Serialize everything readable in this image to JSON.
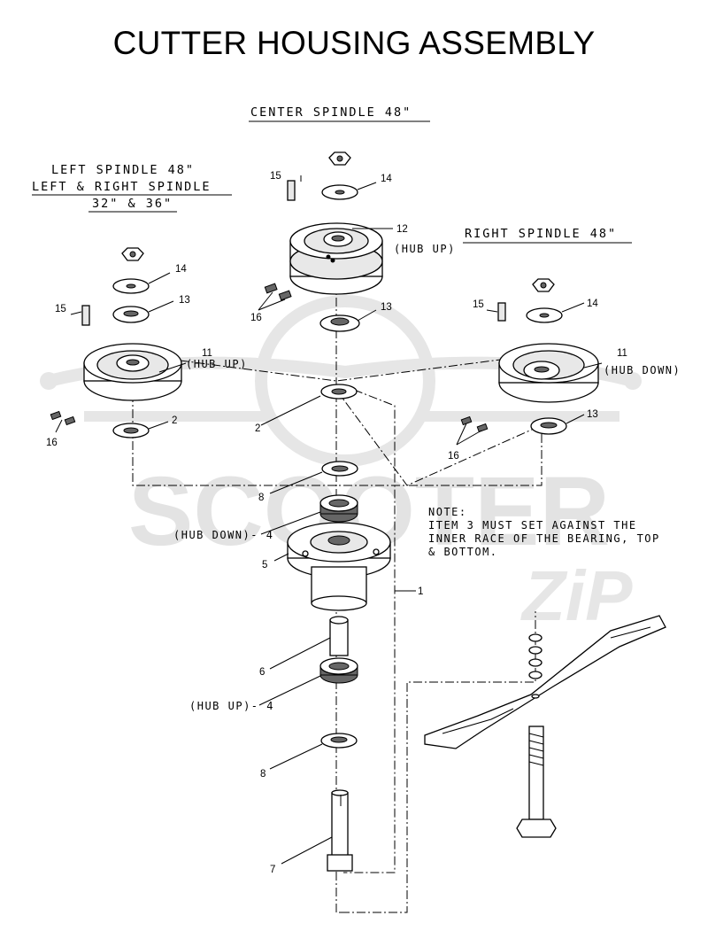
{
  "title": "CUTTER HOUSING ASSEMBLY",
  "watermark": {
    "brand": "SCOOTER",
    "suffix": "ZiP"
  },
  "headings": {
    "center": "CENTER SPINDLE 48\"",
    "left_line1": "LEFT SPINDLE 48\"",
    "left_line2": "LEFT & RIGHT SPINDLE",
    "left_line3": "32\" & 36\"",
    "right": "RIGHT SPINDLE 48\""
  },
  "note": {
    "line1": "NOTE:",
    "line2": "ITEM 3 MUST SET AGAINST THE",
    "line3": "INNER RACE OF THE BEARING, TOP",
    "line4": "& BOTTOM."
  },
  "callouts": {
    "c15": "15",
    "c14": "14",
    "c12": "12",
    "c12_hub": "(HUB UP)",
    "c16": "16",
    "c13": "13",
    "l14": "14",
    "l15": "15",
    "l13": "13",
    "l11": "11",
    "l11_hub": "(HUB UP)",
    "l16": "16",
    "l2": "2",
    "r15": "15",
    "r14": "14",
    "r11": "11",
    "r11_hub": "(HUB DOWN)",
    "r13": "13",
    "r16": "16",
    "m2": "2",
    "m8a": "8",
    "m4a": "(HUB DOWN)- 4",
    "m5": "5",
    "m1": "1",
    "m6": "6",
    "m4b": "(HUB UP)- 4",
    "m8b": "8",
    "m7": "7"
  },
  "colors": {
    "ink": "#000000",
    "watermark": "#e3e3e3"
  }
}
